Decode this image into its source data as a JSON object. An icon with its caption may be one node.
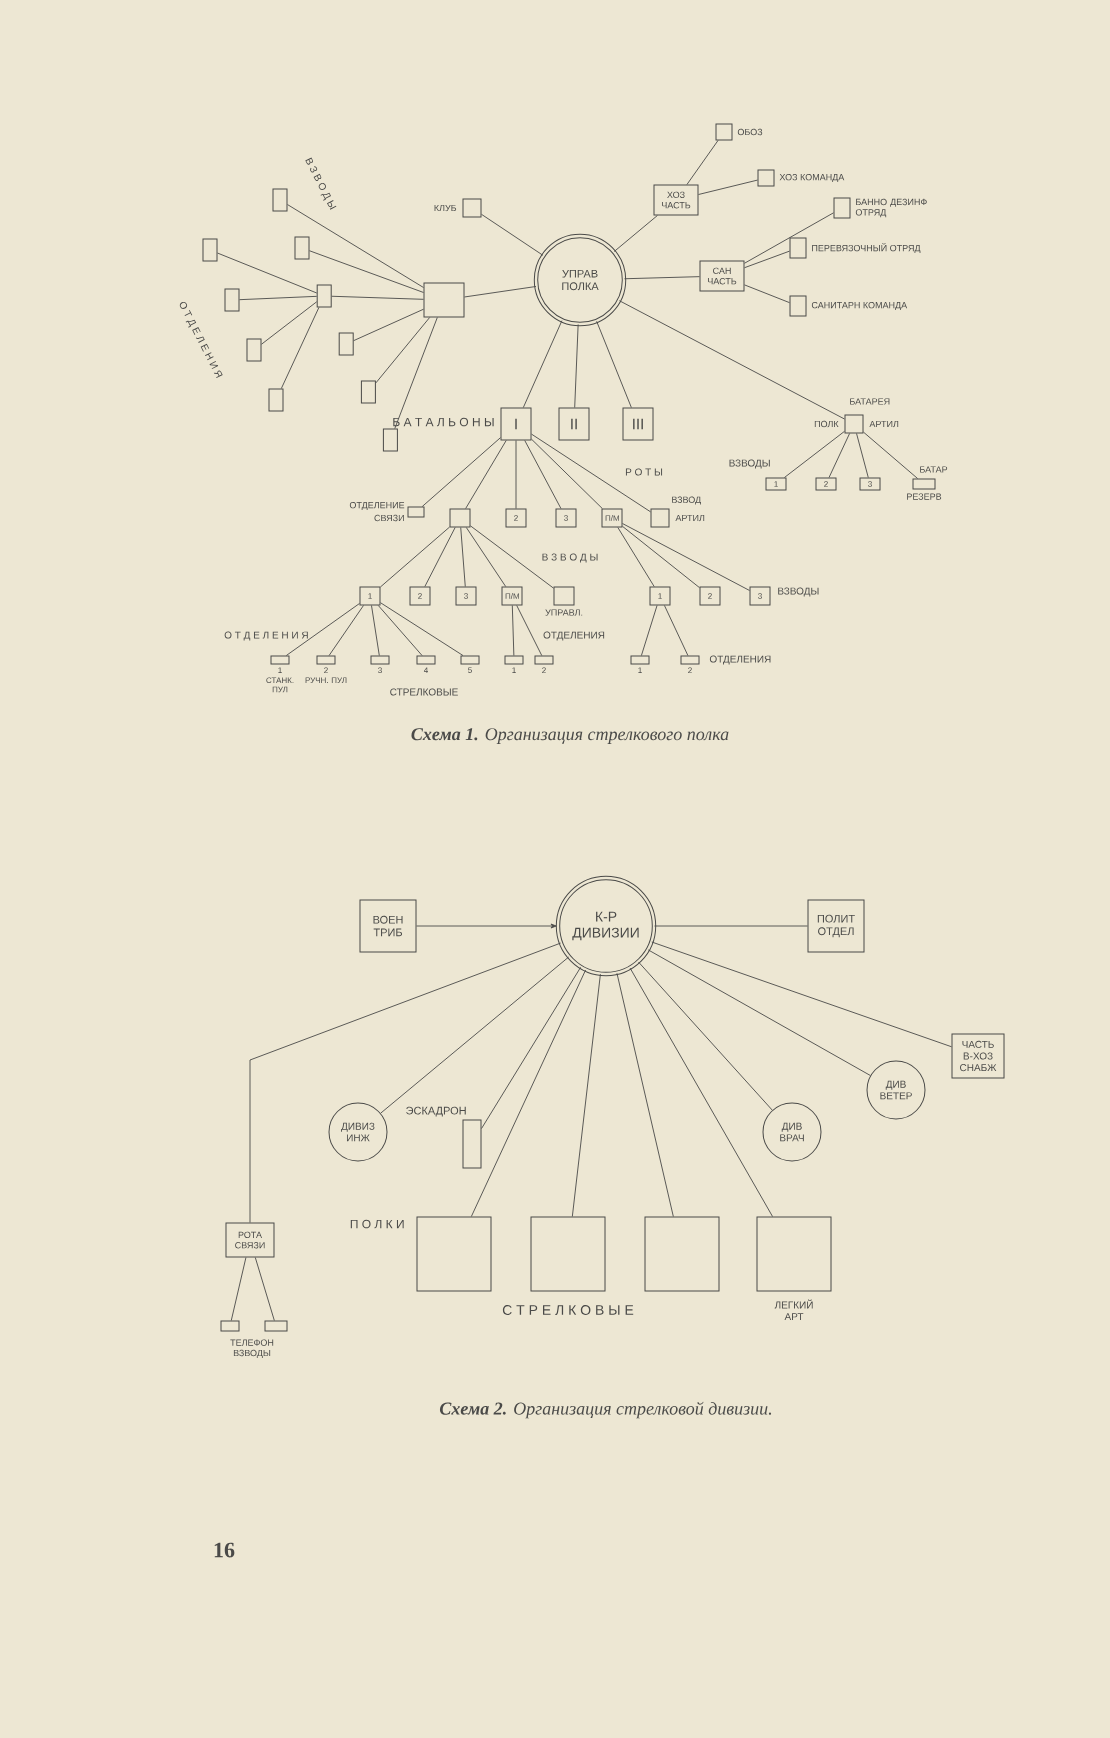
{
  "diagram": {
    "nodes": [
      {
        "text": [
          "УПРАВ ПОЛКА"
        ]
      },
      {
        "text": [
          "КЛУБ"
        ]
      },
      {
        "text": [
          "ХОЗ ЧАСТЬ"
        ]
      },
      {
        "text": [
          "ОБОЗ"
        ]
      },
      {
        "text": [
          "ХОЗ КОМАНДА"
        ]
      },
      {
        "text": [
          "САН ЧАСТЬ"
        ]
      },
      {
        "text": [
          "БАННО ДЕЗИНФ ОТРЯД"
        ]
      },
      {
        "text": [
          "ПЕРЕВЯЗОЧНЫЙ ОТРЯД"
        ]
      },
      {
        "text": [
          "САНИТАРН КОМАНДА"
        ]
      },
      {
        "text": [],
        "shape": "box"
      },
      {
        "text": [],
        "shape": "box"
      },
      {
        "text": [],
        "shape": "box"
      },
      {
        "text": [],
        "shape": "box"
      },
      {
        "text": [],
        "shape": "box"
      },
      {
        "text": [],
        "shape": "box"
      },
      {
        "text": [],
        "shape": "box"
      },
      {
        "text": [],
        "shape": "box"
      },
      {
        "text": [],
        "shape": "box"
      },
      {
        "text": [],
        "shape": "box"
      },
      {
        "text": [],
        "shape": "box"
      },
      {
        "text": [
          "I"
        ]
      },
      {
        "text": [
          "II"
        ]
      },
      {
        "text": [
          "III"
        ]
      },
      {
        "text": [
          "ОТДЕЛЕНИЕ",
          "СВЯЗИ"
        ]
      },
      {
        "text": [],
        "shape": "box"
      },
      {
        "text": [
          "2"
        ]
      },
      {
        "text": [
          "3"
        ]
      },
      {
        "text": [
          "П/М"
        ]
      },
      {
        "text": [
          "ВЗВОД",
          "АРТИЛ"
        ]
      },
      {
        "text": [
          "1"
        ]
      },
      {
        "text": [
          "2"
        ]
      },
      {
        "text": [
          "3"
        ]
      },
      {
        "text": [
          "П/М"
        ]
      },
      {
        "text": [
          "УПРАВЛ."
        ]
      },
      {
        "text": [
          "1",
          "СТАНК. ПУЛ"
        ]
      },
      {
        "text": [
          "2",
          "РУЧН. ПУЛ"
        ]
      },
      {
        "text": [
          "3"
        ]
      },
      {
        "text": [
          "4"
        ]
      },
      {
        "text": [
          "5"
        ]
      },
      {
        "text": [
          "1"
        ]
      },
      {
        "text": [
          "2"
        ]
      },
      {
        "text": [
          "1"
        ]
      },
      {
        "text": [
          "2"
        ]
      },
      {
        "text": [
          "3"
        ]
      },
      {
        "text": [
          "1"
        ]
      },
      {
        "text": [
          "2"
        ]
      },
      {
        "text": [
          "БАТАРЕЯ",
          "ПОЛК",
          "АРТИЛ"
        ]
      },
      {
        "text": [
          "1"
        ]
      },
      {
        "text": [
          "2"
        ]
      },
      {
        "text": [
          "3"
        ]
      },
      {
        "text": [
          "БАТАР",
          "РЕЗЕРВ"
        ]
      },
      {
        "text": [
          "К-Р ДИВИЗИИ"
        ]
      },
      {
        "text": [
          "ВОЕН ТРИБ"
        ]
      },
      {
        "text": [
          "ПОЛИТ ОТДЕЛ"
        ]
      },
      {
        "text": [
          "ЧАСТЬ В-ХОЗ СНАБЖ"
        ]
      },
      {
        "text": [
          "ДИВ ВЕТЕР"
        ]
      },
      {
        "text": [
          "ДИВ ВРАЧ"
        ]
      },
      {
        "text": [
          "ДИВИЗ ИНЖ"
        ]
      },
      {
        "text": [
          "ЭСКАДРОН"
        ]
      },
      {
        "text": [
          "РОТА СВЯЗИ"
        ]
      },
      {
        "text": [],
        "shape": "box"
      },
      {
        "text": [],
        "shape": "box"
      },
      {
        "text": [],
        "shape": "box"
      },
      {
        "text": [],
        "shape": "box"
      },
      {
        "text": [],
        "shape": "box"
      },
      {
        "text": [
          "ЛЕГКИЙ АРТ"
        ]
      }
    ],
    "edges": [
      {
        "from": 0,
        "to": 1,
        "arrow": "none"
      },
      {
        "from": 0,
        "to": 2,
        "arrow": "none"
      },
      {
        "from": 2,
        "to": 3,
        "arrow": "none"
      },
      {
        "from": 2,
        "to": 4,
        "arrow": "none"
      },
      {
        "from": 0,
        "to": 5,
        "arrow": "none"
      },
      {
        "from": 5,
        "to": 6,
        "arrow": "none"
      },
      {
        "from": 5,
        "to": 7,
        "arrow": "none"
      },
      {
        "from": 5,
        "to": 8,
        "arrow": "none"
      },
      {
        "from": 0,
        "to": 9,
        "arrow": "none"
      },
      {
        "from": 9,
        "to": 10,
        "arrow": "none"
      },
      {
        "from": 9,
        "to": 11,
        "arrow": "none"
      },
      {
        "from": 9,
        "to": 12,
        "arrow": "none"
      },
      {
        "from": 9,
        "to": 13,
        "arrow": "none"
      },
      {
        "from": 9,
        "to": 14,
        "arrow": "none"
      },
      {
        "from": 9,
        "to": 15,
        "arrow": "none"
      },
      {
        "from": 12,
        "to": 16,
        "arrow": "none"
      },
      {
        "from": 12,
        "to": 17,
        "arrow": "none"
      },
      {
        "from": 12,
        "to": 18,
        "arrow": "none"
      },
      {
        "from": 12,
        "to": 19,
        "arrow": "none"
      },
      {
        "from": 0,
        "to": 20,
        "arrow": "none"
      },
      {
        "from": 0,
        "to": 21,
        "arrow": "none"
      },
      {
        "from": 0,
        "to": 22,
        "arrow": "none"
      },
      {
        "from": 20,
        "to": 23,
        "arrow": "none"
      },
      {
        "from": 20,
        "to": 24,
        "arrow": "none"
      },
      {
        "from": 20,
        "to": 25,
        "arrow": "none"
      },
      {
        "from": 20,
        "to": 26,
        "arrow": "none"
      },
      {
        "from": 20,
        "to": 27,
        "arrow": "none"
      },
      {
        "from": 20,
        "to": 28,
        "arrow": "none"
      },
      {
        "from": 24,
        "to": 29,
        "arrow": "none"
      },
      {
        "from": 24,
        "to": 30,
        "arrow": "none"
      },
      {
        "from": 24,
        "to": 31,
        "arrow": "none"
      },
      {
        "from": 24,
        "to": 32,
        "arrow": "none"
      },
      {
        "from": 24,
        "to": 33,
        "arrow": "none"
      },
      {
        "from": 29,
        "to": 34,
        "arrow": "none"
      },
      {
        "from": 29,
        "to": 35,
        "arrow": "none"
      },
      {
        "from": 29,
        "to": 36,
        "arrow": "none"
      },
      {
        "from": 29,
        "to": 37,
        "arrow": "none"
      },
      {
        "from": 29,
        "to": 38,
        "arrow": "none"
      },
      {
        "from": 32,
        "to": 39,
        "arrow": "none"
      },
      {
        "from": 32,
        "to": 40,
        "arrow": "none"
      },
      {
        "from": 27,
        "to": 41,
        "arrow": "none"
      },
      {
        "from": 27,
        "to": 42,
        "arrow": "none"
      },
      {
        "from": 27,
        "to": 43,
        "arrow": "none"
      },
      {
        "from": 41,
        "to": 44,
        "arrow": "none"
      },
      {
        "from": 41,
        "to": 45,
        "arrow": "none"
      },
      {
        "from": 0,
        "to": 46,
        "arrow": "none"
      },
      {
        "from": 46,
        "to": 47,
        "arrow": "none"
      },
      {
        "from": 46,
        "to": 48,
        "arrow": "none"
      },
      {
        "from": 46,
        "to": 49,
        "arrow": "none"
      },
      {
        "from": 46,
        "to": 50,
        "arrow": "none"
      },
      {
        "from": 52,
        "to": 51,
        "arrow": "to"
      },
      {
        "from": 51,
        "to": 53,
        "arrow": "none"
      },
      {
        "from": 51,
        "to": 59,
        "arrow": "none"
      },
      {
        "from": 59,
        "to": 60,
        "arrow": "none"
      },
      {
        "from": 59,
        "to": 61,
        "arrow": "none"
      },
      {
        "from": 51,
        "to": 57,
        "arrow": "none"
      },
      {
        "from": 51,
        "to": 58,
        "arrow": "none"
      },
      {
        "from": 51,
        "to": 62,
        "arrow": "none"
      },
      {
        "from": 51,
        "to": 63,
        "arrow": "none"
      },
      {
        "from": 51,
        "to": 64,
        "arrow": "none"
      },
      {
        "from": 51,
        "to": 65,
        "arrow": "none"
      },
      {
        "from": 51,
        "to": 56,
        "arrow": "none"
      },
      {
        "from": 51,
        "to": 55,
        "arrow": "none"
      },
      {
        "from": 51,
        "to": 54,
        "arrow": "none"
      }
    ],
    "labels": [
      "В З В О Д Ы",
      "О Т Д Е Л Е Н И Я",
      "Б А Т А Л Ь О Н Ы",
      "Р О Т Ы",
      "В З В О Д Ы",
      "О Т Д Е Л Е Н И Я",
      "СТРЕЛКОВЫЕ",
      "ОТДЕЛЕНИЯ",
      "ВЗВОДЫ",
      "ОТДЕЛЕНИЯ",
      "ВЗВОДЫ",
      "**Схема 1.** Организация стрелкового полка",
      "ТЕЛЕФОН ВЗВОДЫ",
      "П О Л К И",
      "С Т Р Е Л К О В Ы Е",
      "**Схема 2.** Организация стрелковой дивизии.",
      "16"
    ]
  }
}
